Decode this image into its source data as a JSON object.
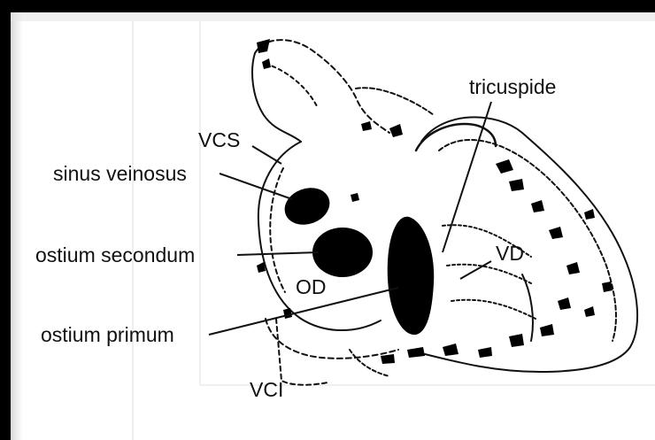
{
  "labels": {
    "tricuspide": "tricuspide",
    "vcs": "VCS",
    "sinus_veinosus": "sinus veinosus",
    "ostium_secondum": "ostium secondum",
    "vd": "VD",
    "od": "OD",
    "ostium_primum": "ostium primum",
    "vci": "VCI"
  },
  "colors": {
    "frame": "#000000",
    "line": "#111111",
    "fill": "#000000"
  }
}
